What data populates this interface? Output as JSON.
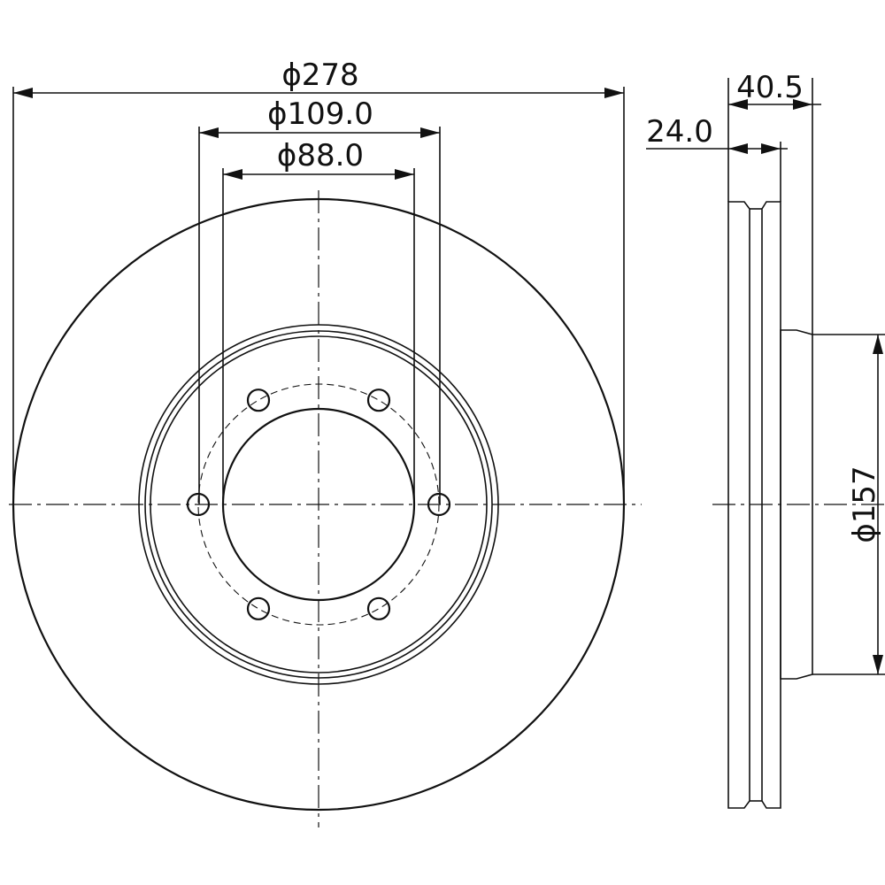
{
  "dimensions": {
    "outer_diameter": "ϕ278",
    "bolt_circle": "ϕ109.0",
    "center_bore": "ϕ88.0",
    "total_height": "40.5",
    "disc_thickness": "24.0",
    "hat_diameter": "ϕ157"
  },
  "front_view": {
    "bolt_hole_count": 6
  }
}
